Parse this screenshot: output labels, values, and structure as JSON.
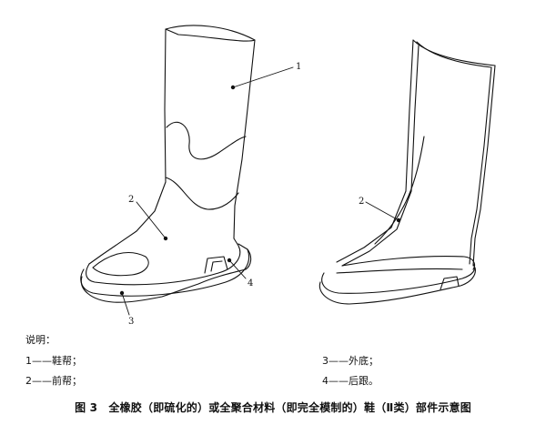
{
  "callouts": {
    "left_1": "1",
    "left_2": "2",
    "left_3": "3",
    "left_4": "4",
    "right_2": "2"
  },
  "legend": {
    "heading": "说明：",
    "items": [
      "1——鞋帮；",
      "2——前帮；",
      "3——外底；",
      "4——后跟。"
    ]
  },
  "caption": "图 3　全橡胶（即硫化的）或全聚合材料（即完全模制的）鞋（Ⅱ类）部件示意图"
}
